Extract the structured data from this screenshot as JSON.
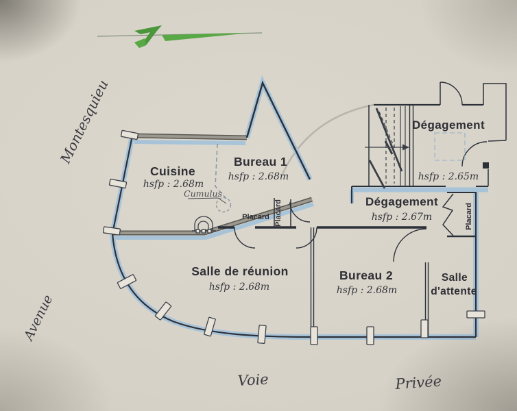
{
  "colors": {
    "paper": "#d5d1c7",
    "wall_highlight_blue": "#a6c3d9",
    "wall_dark": "#2c3039",
    "wall_gray": "#97958c",
    "dashed_blue": "#a9bcca",
    "logo_green": "#55a03e",
    "text_dark": "#2e2e34",
    "faint_line": "#b9b5ac"
  },
  "logo": {
    "name": "green-swoosh-logo"
  },
  "streets": {
    "montesquieu": "Montesquieu",
    "avenue": "Avenue",
    "voie": "Voie",
    "privee": "Privée"
  },
  "rooms": {
    "cuisine": {
      "name": "Cuisine",
      "hsfp": "hsfp : 2.68m"
    },
    "bureau1": {
      "name": "Bureau 1",
      "hsfp": "hsfp : 2.68m"
    },
    "degagement_haut": {
      "name": "Dégagement",
      "hsfp": "hsfp : 2.65m"
    },
    "degagement_bas": {
      "name": "Dégagement",
      "hsfp": "hsfp : 2.67m"
    },
    "salle_reunion": {
      "name": "Salle de réunion",
      "hsfp": "hsfp : 2.68m"
    },
    "bureau2": {
      "name": "Bureau 2",
      "hsfp": "hsfp : 2.68m"
    },
    "salle_attente": {
      "line1": "Salle",
      "line2": "d'attente"
    }
  },
  "annotations": {
    "cumulus": "Cumulus",
    "placard_salle_reunion": "Placard",
    "placard_couloir": "Placard",
    "placard_attente": "Placard"
  }
}
